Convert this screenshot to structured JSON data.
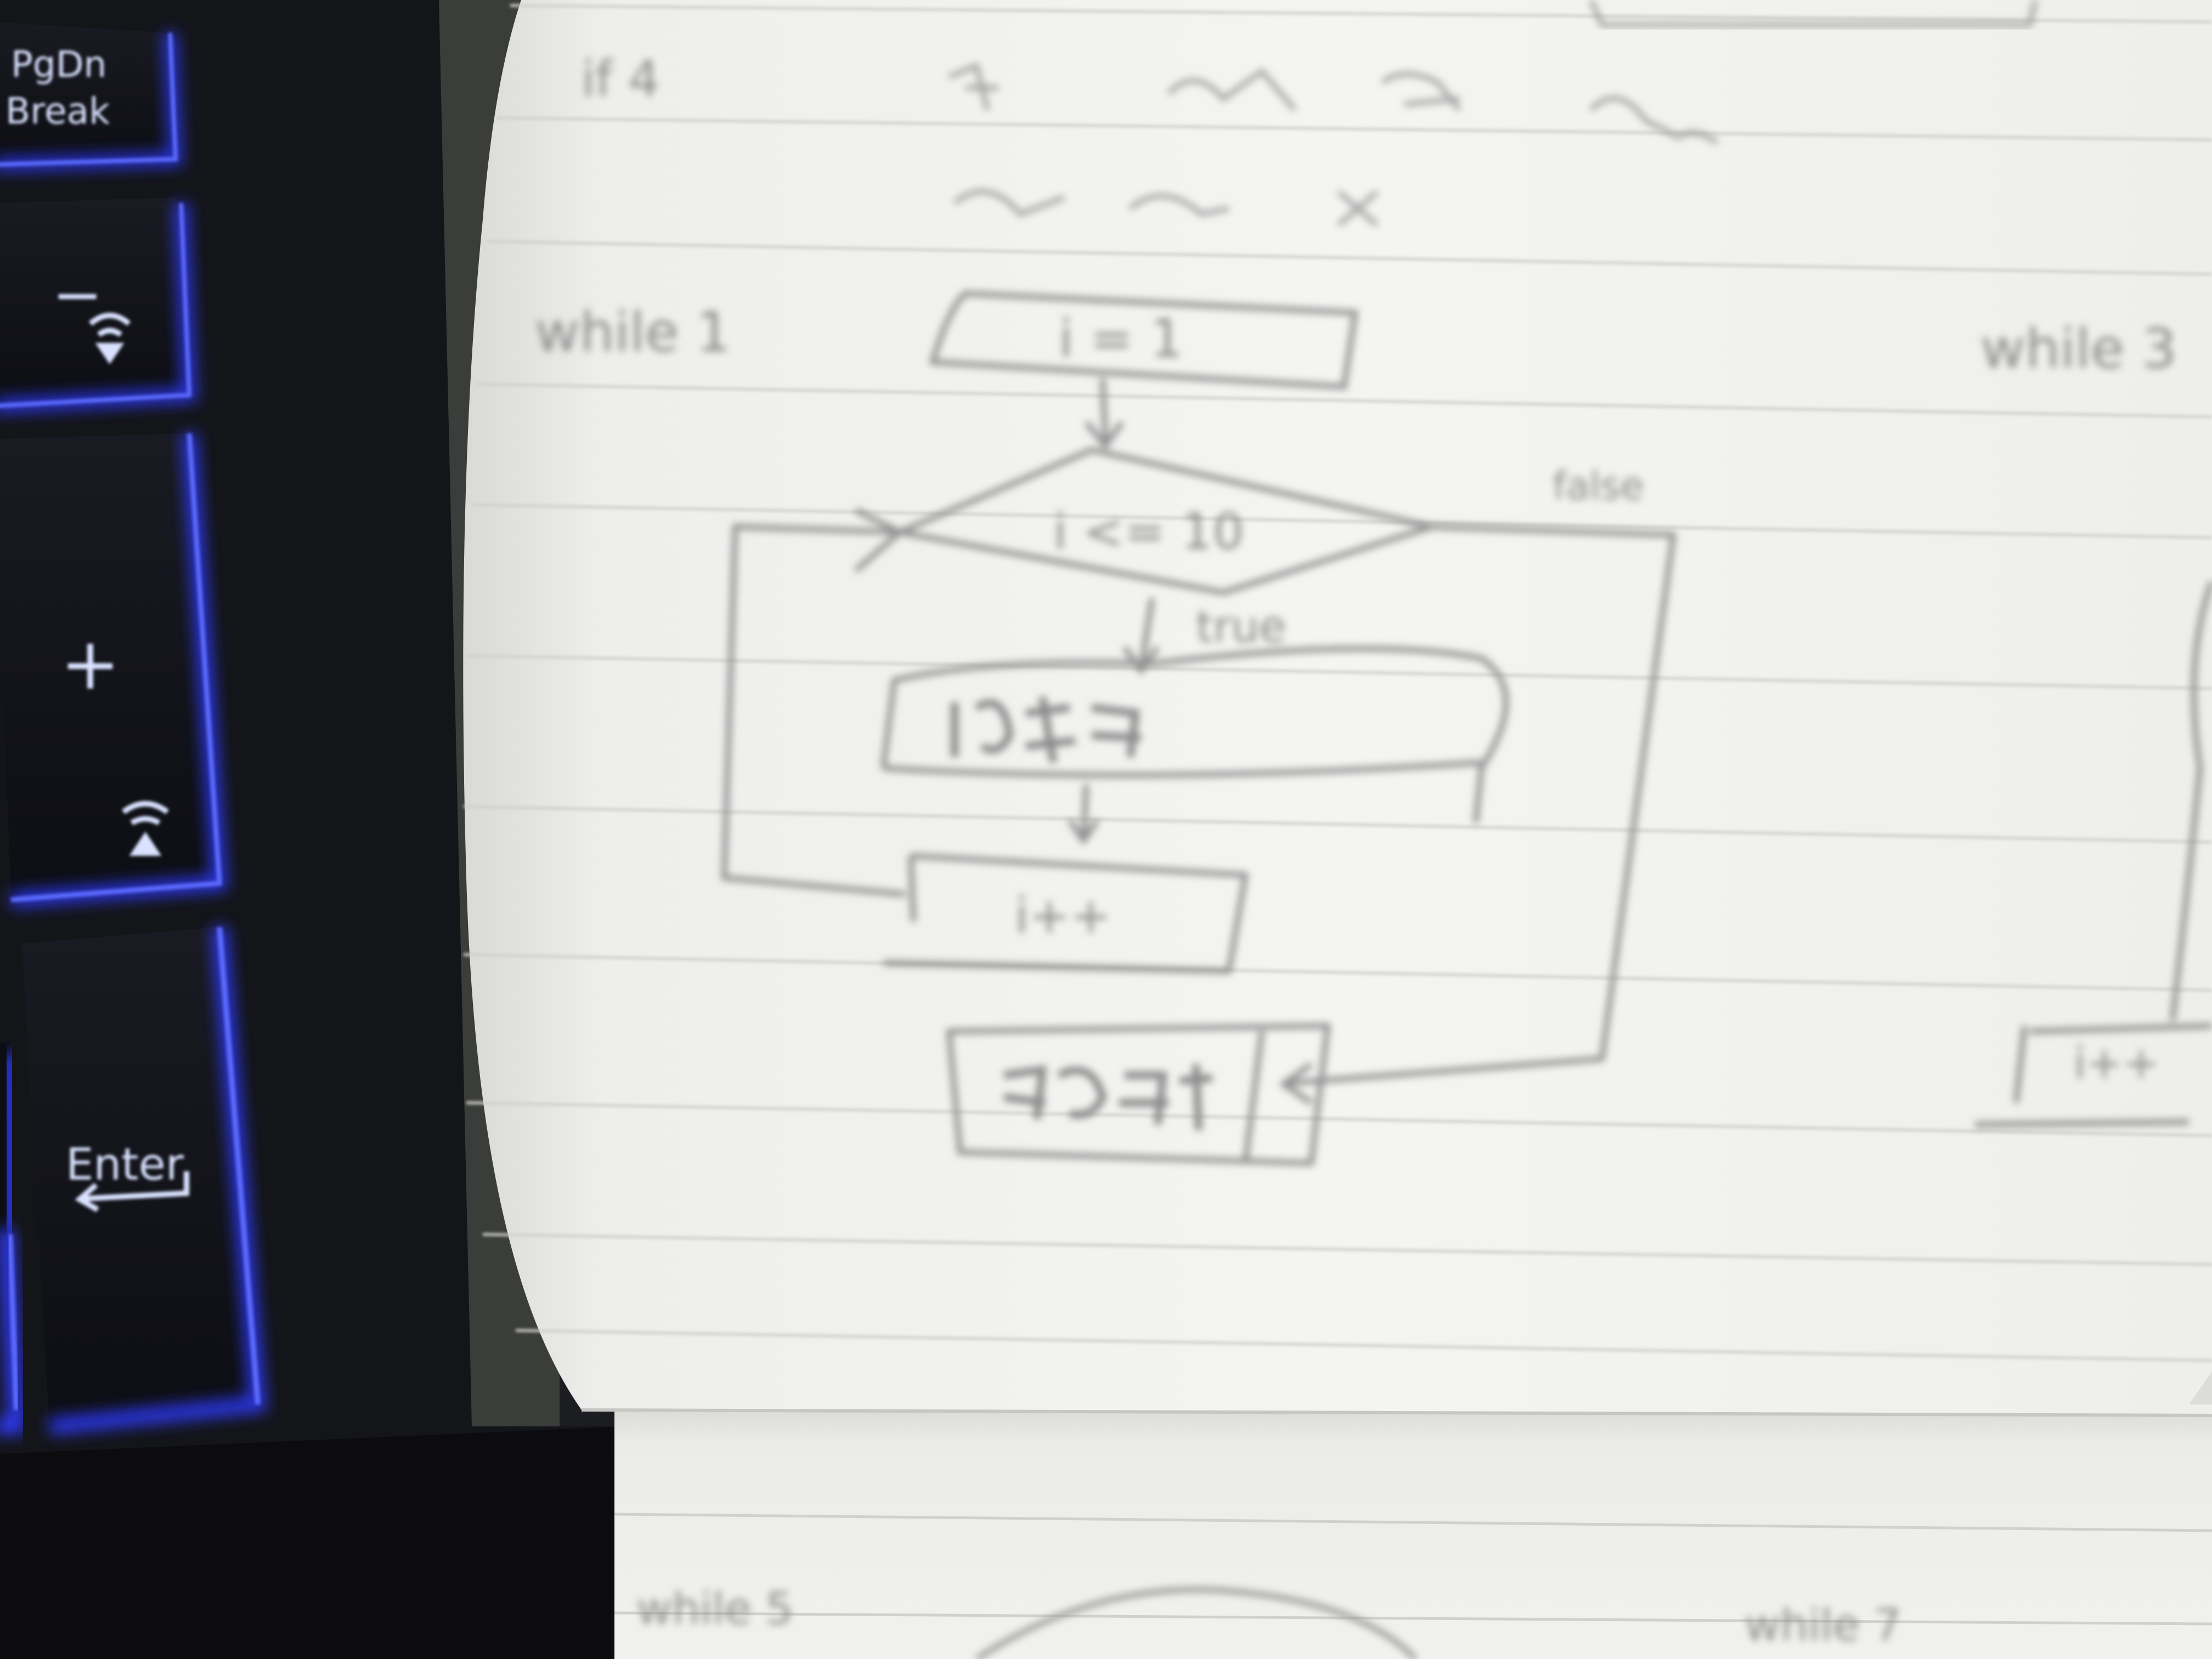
{
  "keyboard": {
    "keys": [
      {
        "name": "pgdn-break-key",
        "lines": [
          "PgDn",
          "Break"
        ]
      },
      {
        "name": "minus-key",
        "symbol": "−"
      },
      {
        "name": "plus-key",
        "symbol": "+"
      },
      {
        "name": "enter-key",
        "label": "Enter"
      }
    ],
    "backlight_color": "#2f3bff"
  },
  "notebook": {
    "paper_color": "#f3f3f1",
    "line_color": "#cfd0cc",
    "pencil_color": "#8a8a8a",
    "headings": {
      "if_label": "if 4",
      "while_1": "while 1",
      "while_3": "while 3",
      "while_5": "while 5",
      "while_7": "while 7"
    },
    "flowchart": {
      "init": "i = 1",
      "condition": "i <= 10",
      "true_label": "true",
      "false_label": "false",
      "increment": "i++"
    },
    "right_page_box": "i++"
  }
}
